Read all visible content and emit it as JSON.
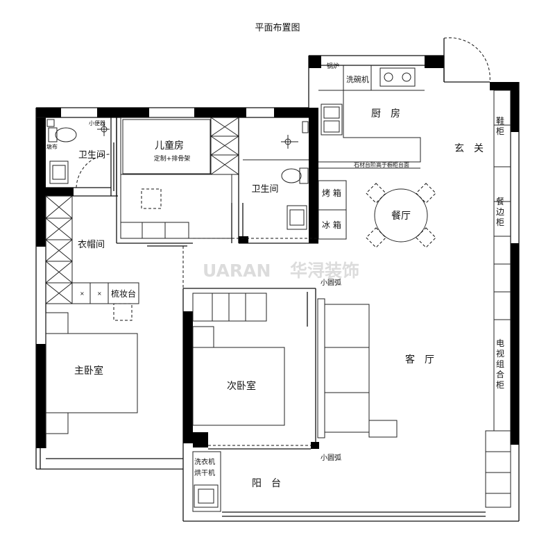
{
  "title": "平面布置图",
  "watermark": {
    "brand_latin": "UARAN",
    "brand_cn": "华浔装饰"
  },
  "rooms": {
    "bath_left": "卫生间",
    "toilet_note": "小便器",
    "mop": "墩布",
    "kids": "儿童房",
    "kids_note": "定制+排骨架",
    "bath_mid": "卫生间",
    "closet": "衣帽间",
    "dresser": "梳妆台",
    "master": "主卧室",
    "second": "次卧室",
    "living": "客厅",
    "balcony": "阳台",
    "kitchen": "厨房",
    "entry": "玄关",
    "dining": "餐厅",
    "boiler": "锅炉",
    "dishwasher": "洗碗机",
    "oven": "烤箱",
    "fridge": "冰箱",
    "counter_note": "石材台阶高于橱柜台面",
    "shoe_cab": "鞋柜",
    "side_cab": "餐边柜",
    "tv_cab": "电视组合柜",
    "washer": "洗衣机",
    "dryer": "烘干机",
    "arc_top": "小圆弧",
    "arc_bottom": "小圆弧"
  }
}
